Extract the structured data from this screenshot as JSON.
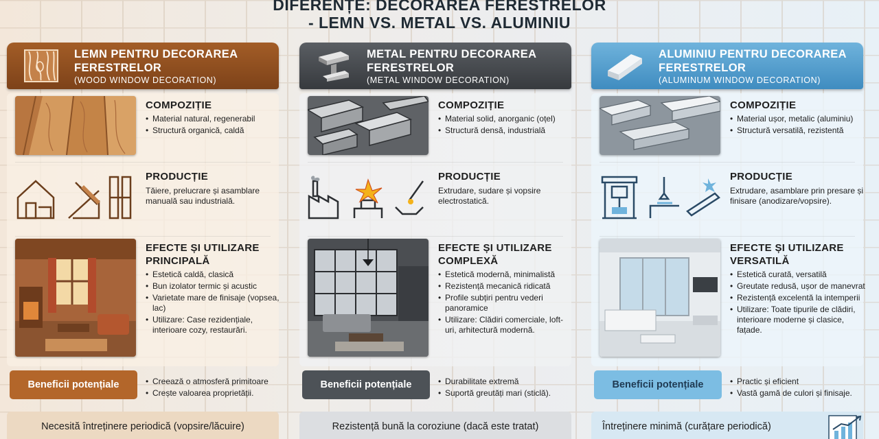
{
  "title": {
    "line1": "DIFERENȚE: DECORAREA FERESTRELOR",
    "line2": "- LEMN VS. METAL VS. ALUMINIU"
  },
  "columns": [
    {
      "key": "wood",
      "header_title": "LEMN PENTRU DECORAREA FERESTRELOR",
      "header_subtitle": "(WOOD WINDOW DECORATION)",
      "composition_title": "COMPOZIȚIE",
      "composition_items": [
        "Material natural, regenerabil",
        "Structură organică, caldă"
      ],
      "production_title": "PRODUCȚIE",
      "production_text": "Tăiere, prelucrare și asamblare manuală sau industrială.",
      "effects_title": "EFECTE ȘI UTILIZARE PRINCIPALĂ",
      "effects_items": [
        "Estetică caldă, clasică",
        "Bun izolator termic și acustic",
        "Varietate mare de finisaje (vopsea, lac)",
        "Utilizare: Case rezidențiale, interioare cozy, restaurări."
      ],
      "benefits_label": "Beneficii potențiale",
      "benefits_items": [
        "Creează o atmosferă primitoare",
        "Crește valoarea proprietății."
      ],
      "footer": "Necesită întreținere periodică (vopsire/lăcuire)"
    },
    {
      "key": "metal",
      "header_title": "METAL PENTRU DECORAREA FERESTRELOR",
      "header_subtitle": "(METAL WINDOW DECORATION)",
      "composition_title": "COMPOZIȚIE",
      "composition_items": [
        "Material solid, anorganic (oțel)",
        "Structură densă, industrială"
      ],
      "production_title": "PRODUCȚIE",
      "production_text": "Extrudare, sudare și vopsire electrostatică.",
      "effects_title": "EFECTE ȘI UTILIZARE COMPLEXĂ",
      "effects_items": [
        "Estetică modernă, minimalistă",
        "Rezistență mecanică ridicată",
        "Profile subțiri pentru vederi panoramice",
        "Utilizare: Clădiri comerciale, loft-uri, arhitectură modernă."
      ],
      "benefits_label": "Beneficii potențiale",
      "benefits_items": [
        "Durabilitate extremă",
        "Suportă greutăți mari (sticlă)."
      ],
      "footer": "Rezistență bună la coroziune (dacă este tratat)"
    },
    {
      "key": "alu",
      "header_title": "ALUMINIU PENTRU DECORAREA FERESTRELOR",
      "header_subtitle": "(ALUMINUM WINDOW DECORATION)",
      "composition_title": "COMPOZIȚIE",
      "composition_items": [
        "Material ușor, metalic (aluminiu)",
        "Structură versatilă, rezistentă"
      ],
      "production_title": "PRODUCȚIE",
      "production_text": "Extrudare, asamblare prin presare și finisare (anodizare/vopsire).",
      "effects_title": "EFECTE ȘI UTILIZARE VERSATILĂ",
      "effects_items": [
        "Estetică curată, versatilă",
        "Greutate redusă, ușor de manevrat",
        "Rezistență excelentă la intemperii",
        "Utilizare: Toate tipurile de clădiri, interioare moderne și clasice, fațade."
      ],
      "benefits_label": "Beneficii potențiale",
      "benefits_items": [
        "Practic și eficient",
        "Vastă gamă de culori și finisaje."
      ],
      "footer": "Întreținere minimă (curățare periodică)"
    }
  ],
  "colors": {
    "wood": "#8e4d1f",
    "metal": "#45494e",
    "aluminum": "#4f9acb"
  }
}
